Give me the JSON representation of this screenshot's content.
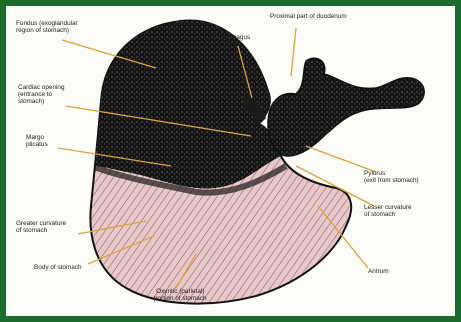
{
  "diagram": {
    "labels": {
      "fundus": "Fundus (exoglandular\nregion of stomach)",
      "oesophagus": "Oesophagus",
      "duodenum": "Proximal part of duodenum",
      "cardiac": "Cardiac opening\n(entrance to\nstomach)",
      "margo": "Margo\nplicatus",
      "pylorus": "Pylorus\n(exit from stomach)",
      "lesser": "Lesser curvature\nof stomach",
      "greater": "Greater curvature\nof stomach",
      "body": "Body of stomach",
      "antrum": "Antrum",
      "oxyntic": "Oxyntic (parietal)\nportion of stomach"
    },
    "colors": {
      "frame": "#1d6b2c",
      "background": "#fbfbf7",
      "mucosa": "#e9c7c9",
      "dark_region": "#121212",
      "leader_line": "#d9a441"
    }
  }
}
